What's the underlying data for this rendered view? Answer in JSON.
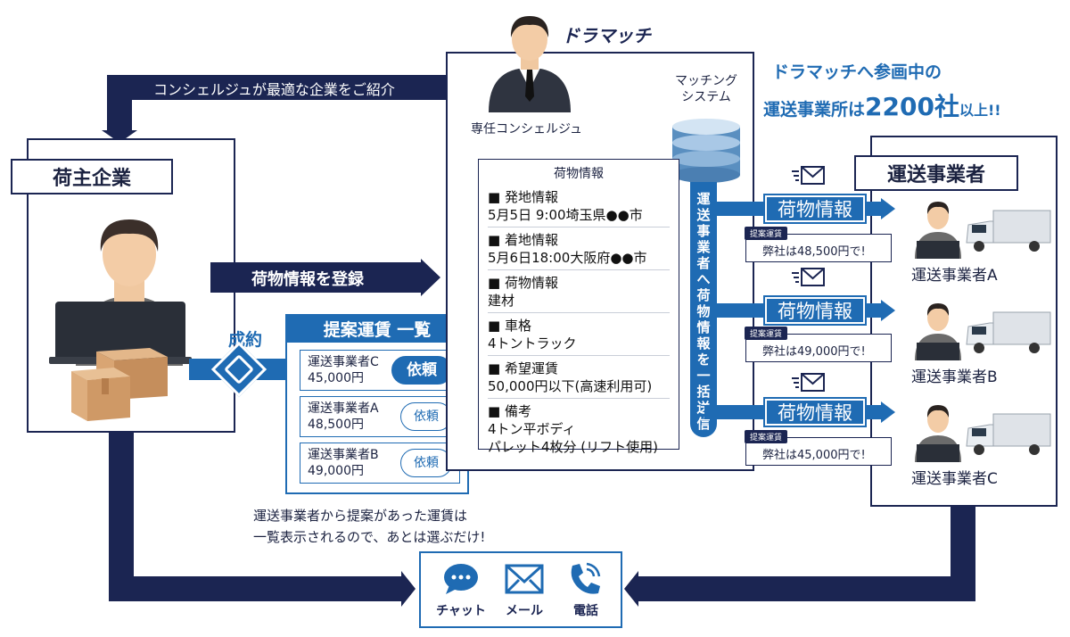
{
  "brand": {
    "logo_text": "ドラマッチ"
  },
  "intro_banner": "コンシェルジュが最適な企業をご紹介",
  "concierge_label": "専任コンシェルジュ",
  "matching_system_label": "マッチング\nシステム",
  "headline": {
    "line1": "ドラマッチへ参画中の",
    "line2_prefix": "運送事業所は",
    "count": "2200社",
    "line2_suffix": "以上!!"
  },
  "shipper": {
    "title": "荷主企業"
  },
  "register_arrow_text": "荷物情報を登録",
  "contract_label": "成約",
  "proposal_list": {
    "title": "提案運賃 一覧",
    "items": [
      {
        "carrier": "運送事業者C",
        "price": "45,000円",
        "button": "依頼"
      },
      {
        "carrier": "運送事業者A",
        "price": "48,500円",
        "button": "依頼"
      },
      {
        "carrier": "運送事業者B",
        "price": "49,000円",
        "button": "依頼"
      }
    ]
  },
  "cargo_spec": {
    "title": "荷物情報",
    "fields": [
      {
        "heading": "■ 発地情報",
        "value": "5月5日 9:00埼玉県●●市"
      },
      {
        "heading": "■ 着地情報",
        "value": "5月6日18:00大阪府●●市"
      },
      {
        "heading": "■ 荷物情報",
        "value": "建材"
      },
      {
        "heading": "■ 車格",
        "value": "4トントラック"
      },
      {
        "heading": "■ 希望運賃",
        "value": "50,000円以下(高速利用可)"
      },
      {
        "heading": "■ 備考",
        "value": "4トン平ボディ\nパレット4枚分 (リフト使用)"
      }
    ]
  },
  "broadcast_text": "運送事業者へ荷物情報を一括送信",
  "carriers": {
    "title": "運送事業者",
    "items": [
      {
        "cargo_tag": "荷物情報",
        "offer_tag": "提案運賃",
        "offer": "弊社は48,500円で!",
        "name": "運送事業者A"
      },
      {
        "cargo_tag": "荷物情報",
        "offer_tag": "提案運賃",
        "offer": "弊社は49,000円で!",
        "name": "運送事業者B"
      },
      {
        "cargo_tag": "荷物情報",
        "offer_tag": "提案運賃",
        "offer": "弊社は45,000円で!",
        "name": "運送事業者C"
      }
    ]
  },
  "note": {
    "line1": "運送事業者から提案があった運賃は",
    "line2": "一覧表示されるので、あとは選ぶだけ!"
  },
  "channels": [
    {
      "icon": "chat-icon",
      "label": "チャット"
    },
    {
      "icon": "mail-icon",
      "label": "メール"
    },
    {
      "icon": "phone-icon",
      "label": "電話"
    }
  ],
  "colors": {
    "navy": "#1b2552",
    "blue": "#1f6bb3"
  }
}
